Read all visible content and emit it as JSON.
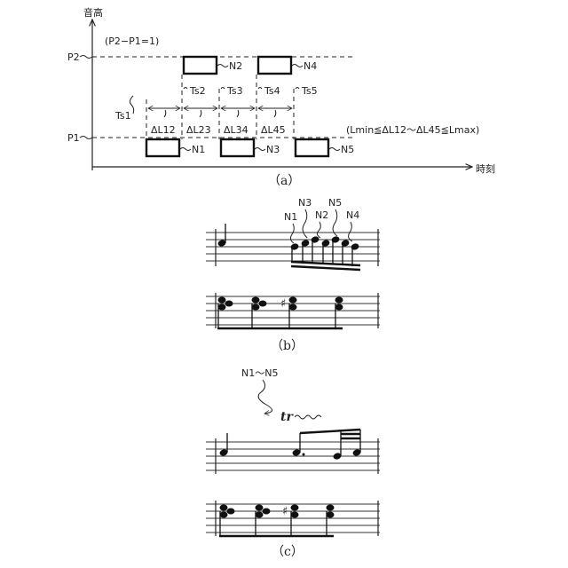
{
  "panel_a": {
    "y_axis_label": "音高",
    "x_axis_label": "時刻",
    "pitch_relation": "(P2−P1=1)",
    "level_p2": "P2",
    "level_p1": "P1",
    "notes": [
      "N1",
      "N2",
      "N3",
      "N4",
      "N5"
    ],
    "time_labels": [
      "Ts1",
      "Ts2",
      "Ts3",
      "Ts4",
      "Ts5"
    ],
    "interval_labels": [
      "ΔL12",
      "ΔL23",
      "ΔL34",
      "ΔL45"
    ],
    "constraint": "(Lmin≦ΔL12〜ΔL45≦Lmax)",
    "caption": "（a）"
  },
  "panel_b": {
    "note_labels": [
      "N1",
      "N3",
      "N2",
      "N5",
      "N4"
    ],
    "sharp": "♯",
    "caption": "（b）"
  },
  "panel_c": {
    "label": "N1〜N5",
    "trill": "tr",
    "sharp": "♯",
    "caption": "（c）"
  }
}
